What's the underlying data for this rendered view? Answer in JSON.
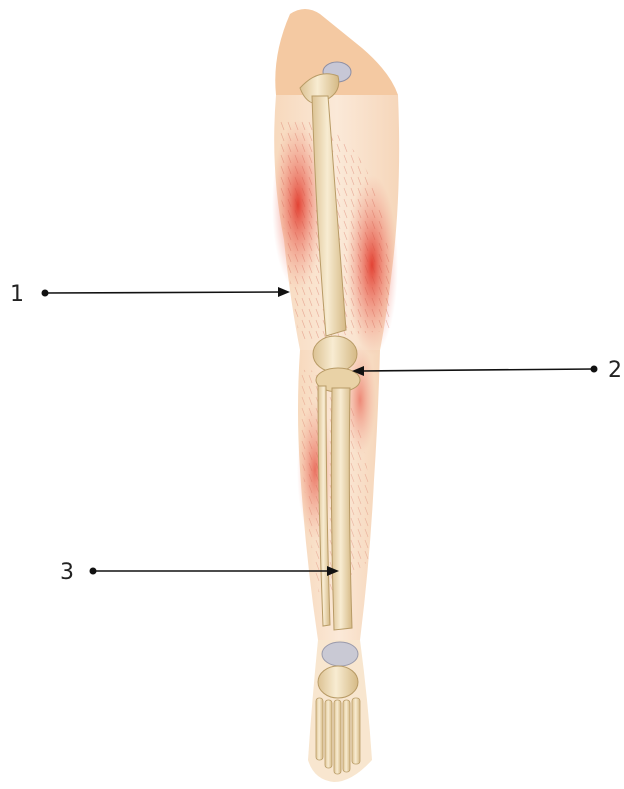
{
  "labels": [
    {
      "text": "1"
    },
    {
      "text": "2"
    },
    {
      "text": "3"
    }
  ],
  "colors": {
    "background": "#ffffff",
    "muscle_red": "#e8453a",
    "skin": "#f2c49c",
    "bone": "#f3e4c4",
    "bone_shadow": "#d9bf8f",
    "leader_line": "#111111"
  },
  "icons": [
    "leg-anatomy-illustration"
  ]
}
